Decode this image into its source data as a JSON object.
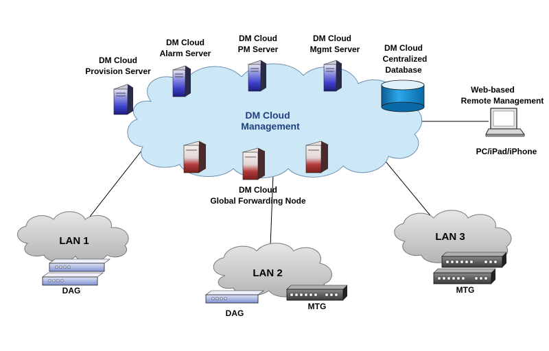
{
  "cloud": {
    "title_line1": "DM Cloud",
    "title_line2": "Management"
  },
  "servers": {
    "provision": {
      "line1": "DM Cloud",
      "line2": "Provision Server"
    },
    "alarm": {
      "line1": "DM Cloud",
      "line2": "Alarm Server"
    },
    "pm": {
      "line1": "DM Cloud",
      "line2": "PM Server"
    },
    "mgmt": {
      "line1": "DM Cloud",
      "line2": "Mgmt Server"
    },
    "database": {
      "line1": "DM Cloud",
      "line2": "Centralized",
      "line3": "Database"
    }
  },
  "forwarding": {
    "line1": "DM Cloud",
    "line2": "Global Forwarding Node"
  },
  "remote": {
    "line1": "Web-based",
    "line2": "Remote Management",
    "device_label": "PC/iPad/iPhone"
  },
  "lans": {
    "lan1": {
      "title": "LAN 1",
      "device_label": "DAG"
    },
    "lan2": {
      "title": "LAN 2",
      "dag_label": "DAG",
      "mtg_label": "MTG"
    },
    "lan3": {
      "title": "LAN 3",
      "device_label": "MTG"
    }
  },
  "colors": {
    "cloud_fill": "#cce8f7",
    "lan_cloud_fill": "#c8c8c8",
    "server_blue": "#3b3fc9",
    "server_red": "#b33b3b",
    "database_blue": "#1a8fd4",
    "core_text": "#1f3f7f"
  },
  "icons": [
    "server-icon",
    "database-icon",
    "laptop-icon",
    "forwarding-node-icon",
    "dag-device-icon",
    "mtg-device-icon"
  ]
}
